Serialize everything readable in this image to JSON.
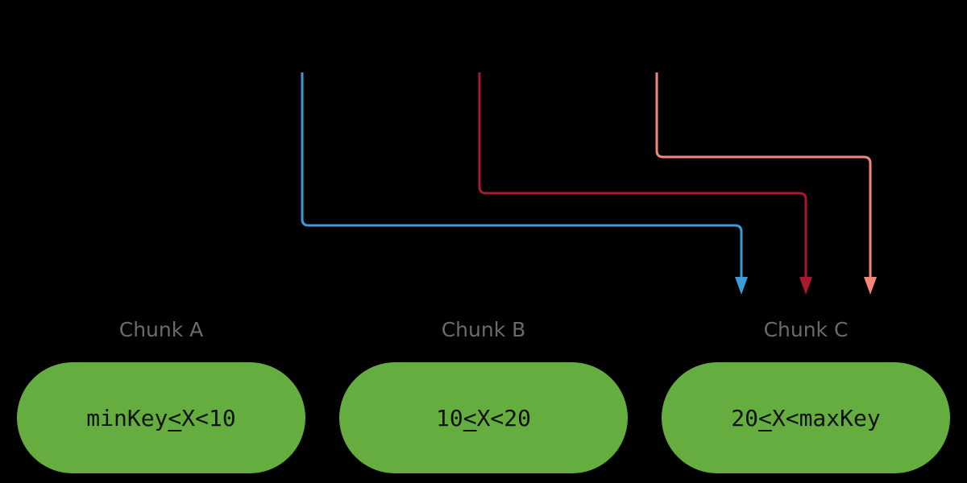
{
  "colors": {
    "background": "#000000",
    "chunk_fill": "#65ad3e",
    "chunk_title": "#6a6a6a",
    "arrow_1": "#3a9bd6",
    "arrow_2": "#a8192e",
    "arrow_3": "#f3877c"
  },
  "chunks": [
    {
      "title": "Chunk A",
      "range": {
        "low": "minKey",
        "op1": "<",
        "var": "X",
        "op2": "<",
        "high": "10"
      }
    },
    {
      "title": "Chunk B",
      "range": {
        "low": "10",
        "op1": "<",
        "var": "X",
        "op2": "<",
        "high": "20"
      }
    },
    {
      "title": "Chunk C",
      "range": {
        "low": "20",
        "op1": "<",
        "var": "X",
        "op2": "<",
        "high": "maxKey"
      }
    }
  ]
}
